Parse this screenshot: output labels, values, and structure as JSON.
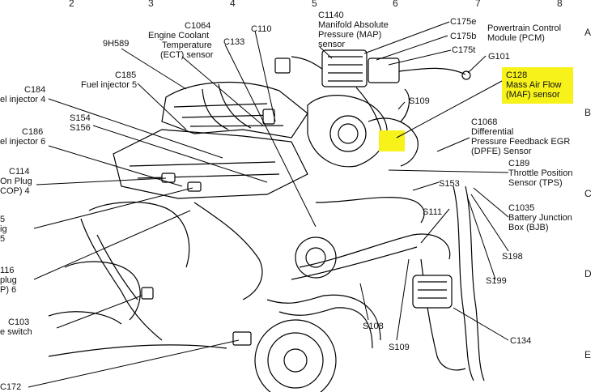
{
  "grid": {
    "columns": [
      "2",
      "3",
      "4",
      "5",
      "6",
      "7",
      "8"
    ],
    "rows": [
      "A",
      "B",
      "C",
      "D",
      "E"
    ]
  },
  "highlight_color": "#f6f21a",
  "labels": {
    "c1064": [
      "C1064",
      "Engine Coolant",
      "Temperature",
      "(ECT) sensor"
    ],
    "c110": [
      "C110"
    ],
    "c133": [
      "C133"
    ],
    "c1140": [
      "C1140",
      "Manifold Absolute",
      "Pressure (MAP)",
      "sensor"
    ],
    "c175e": [
      "C175e"
    ],
    "c175b": [
      "C175b"
    ],
    "c175t": [
      "C175t"
    ],
    "pcm": [
      "Powertrain Control",
      "Module (PCM)"
    ],
    "g101": [
      "G101"
    ],
    "h589": [
      "9H589"
    ],
    "c185": [
      "C185",
      "Fuel injector 5"
    ],
    "c184": [
      "C184",
      "el injector 4"
    ],
    "c186": [
      "C186",
      "el injector 6"
    ],
    "s154": [
      "S154",
      "S156"
    ],
    "c114": [
      "C114",
      "On Plug",
      "COP) 4"
    ],
    "c128": [
      "C128",
      "Mass Air Flow",
      "(MAF) sensor"
    ],
    "s109_top": [
      "S109"
    ],
    "c1068": [
      "C1068",
      "Differential",
      "Pressure Feedback EGR",
      "(DPFE) Sensor"
    ],
    "c189": [
      "C189",
      "Throttle Position",
      "Sensor (TPS)"
    ],
    "s153": [
      "S153"
    ],
    "s111": [
      "S111"
    ],
    "c1035": [
      "C1035",
      "Battery Junction",
      "Box (BJB)"
    ],
    "left5": [
      "5",
      "ig",
      "5"
    ],
    "s198": [
      "S198"
    ],
    "s199": [
      "S199"
    ],
    "left116": [
      "116",
      "plug",
      "P) 6"
    ],
    "c103": [
      "C103",
      "e switch"
    ],
    "s108": [
      "S108"
    ],
    "s109_bot": [
      "S109"
    ],
    "c134": [
      "C134"
    ],
    "c172": [
      "C172"
    ]
  }
}
